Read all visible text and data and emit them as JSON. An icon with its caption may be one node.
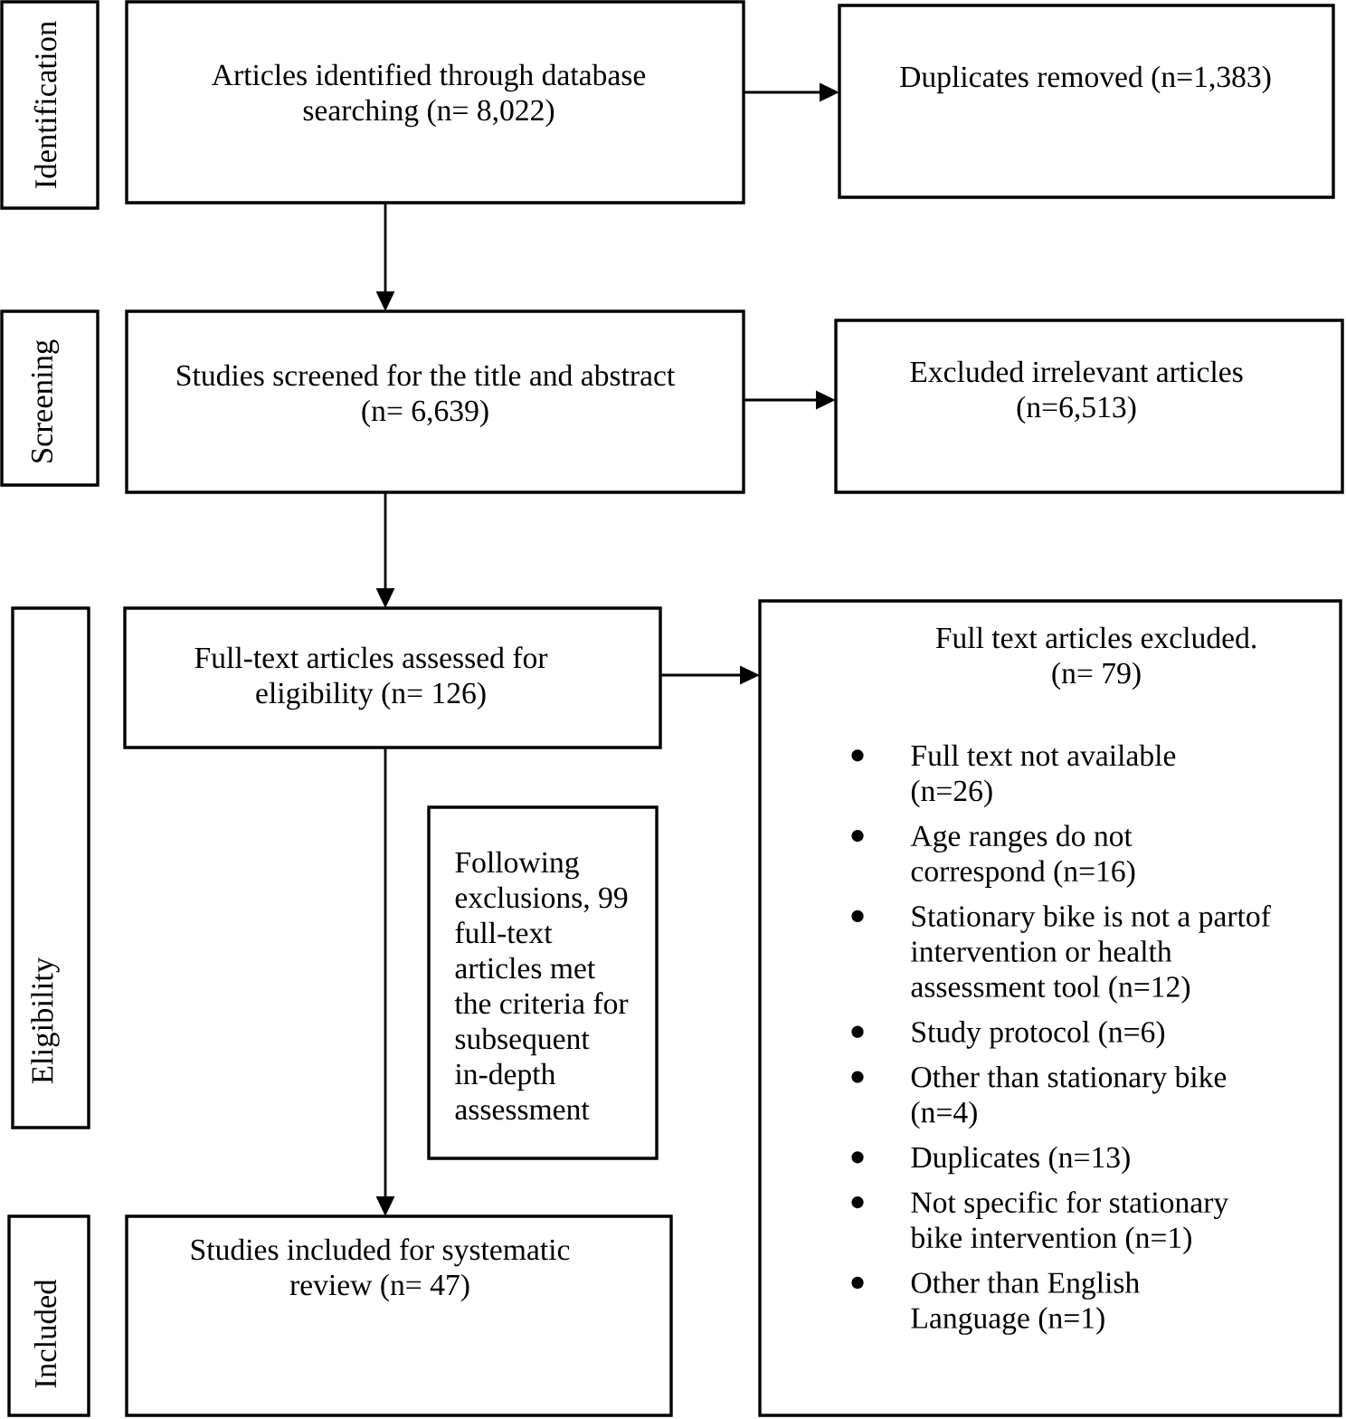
{
  "diagram": {
    "nodes": [
      {
        "text": [
          "Identification"
        ]
      },
      {
        "text": [
          "Articles identified through database searching (n= 8,022)"
        ]
      },
      {
        "text": [
          "Duplicates removed (n=1,383)"
        ]
      },
      {
        "text": [
          "Screening"
        ]
      },
      {
        "text": [
          "Studies screened for the title and abstract (n= 6,639)"
        ]
      },
      {
        "text": [
          "Excluded irrelevant articles (n=6,513)"
        ]
      },
      {
        "text": [
          "Eligibility"
        ]
      },
      {
        "text": [
          "Full-text articles assessed for eligibility (n= 126)"
        ]
      },
      {
        "text": [
          "Following exclusions, 99 full-text articles met the criteria for subsequent in-depth assessment"
        ]
      },
      {
        "text": [
          "Full text articles excluded. (n= 79)",
          "Full text not available (n=26)",
          "Age ranges do not correspond (n=16)",
          "Stationary bike is not a partof intervention or health assessment tool (n=12)",
          "Study protocol (n=6)",
          "Other than stationary bike (n=4)",
          "Duplicates (n=13)",
          "Not specific for stationary bike intervention (n=1)",
          "Other than English Language (n=1)"
        ]
      },
      {
        "text": [
          "Included"
        ]
      },
      {
        "text": [
          "Studies included for systematic review (n= 47)"
        ]
      }
    ],
    "edges": [
      {
        "from": 1,
        "to": 2,
        "arrow": "to"
      },
      {
        "from": 1,
        "to": 4,
        "arrow": "to"
      },
      {
        "from": 4,
        "to": 5,
        "arrow": "to"
      },
      {
        "from": 4,
        "to": 7,
        "arrow": "to"
      },
      {
        "from": 7,
        "to": 9,
        "arrow": "to"
      },
      {
        "from": 7,
        "to": 11,
        "arrow": "to"
      }
    ]
  }
}
